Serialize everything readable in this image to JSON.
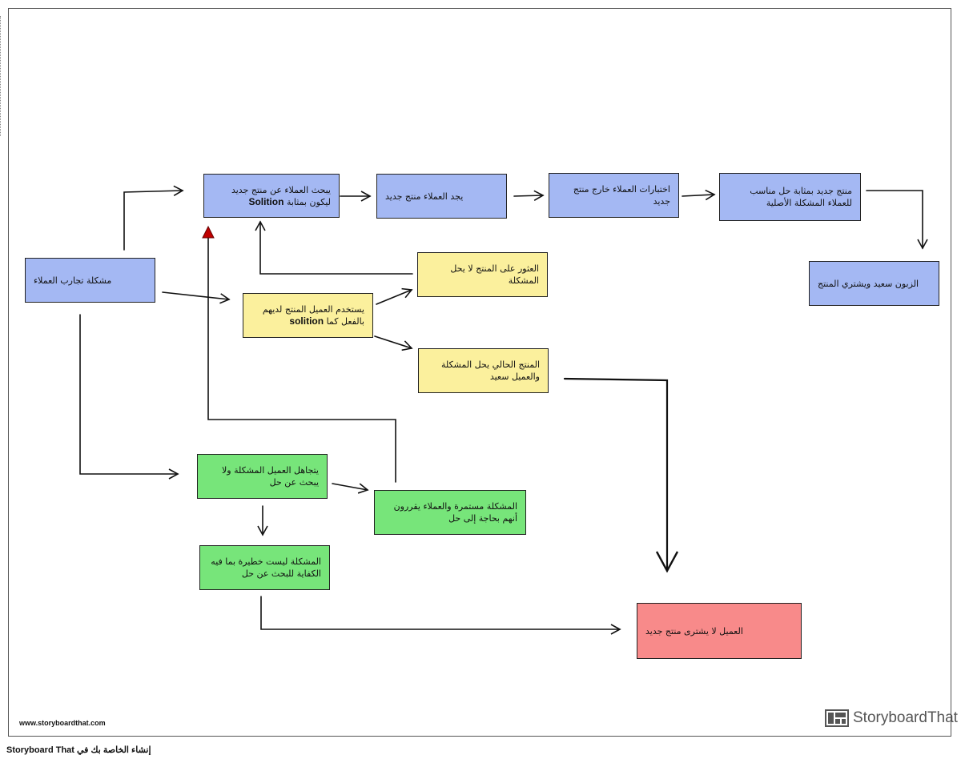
{
  "nodes": {
    "n_center": "مشكلة تجارب العملاء",
    "n_search": "يبحث العملاء عن منتج جديد ليكون بمثابة",
    "n_search_bold": "Solition",
    "n_find": "يجد العملاء منتج جديد",
    "n_tests": "اختبارات العملاء خارج منتج جديد",
    "n_fit": "منتج جديد بمثابة حل مناسب للعملاء المشكلة الأصلية",
    "n_happy": "الزبون سعيد ويشتري المنتج",
    "n_uses": "يستخدم العميل المنتج لديهم بالفعل كما",
    "n_uses_bold": "solition",
    "n_notsolve": "العثور على المنتج لا يحل المشكلة",
    "n_solves": "المنتج الحالي يحل المشكلة والعميل سعيد",
    "n_ignores": "يتجاهل العميل المشكلة ولا يبحث عن حل",
    "n_persists": "المشكلة مستمرة والعملاء يقررون أنهم بحاجة إلى حل",
    "n_notserious": "المشكلة ليست خطيرة بما فيه الكفاية للبحث عن حل",
    "n_nobuy": "العميل لا يشترى منتج جديد"
  },
  "colors": {
    "blue": "#a4b8f3",
    "yellow": "#fbf09d",
    "green": "#77e57a",
    "red": "#f88a8a",
    "highlight_arrow": "#c00000"
  },
  "footer": {
    "url": "www.storyboardthat.com",
    "brand": "StoryboardThat",
    "brand_icon": "storyboardthat-logo-icon",
    "create_text_ar": "إنشاء الخاصة بك في",
    "create_text_en": "Storyboard That"
  }
}
